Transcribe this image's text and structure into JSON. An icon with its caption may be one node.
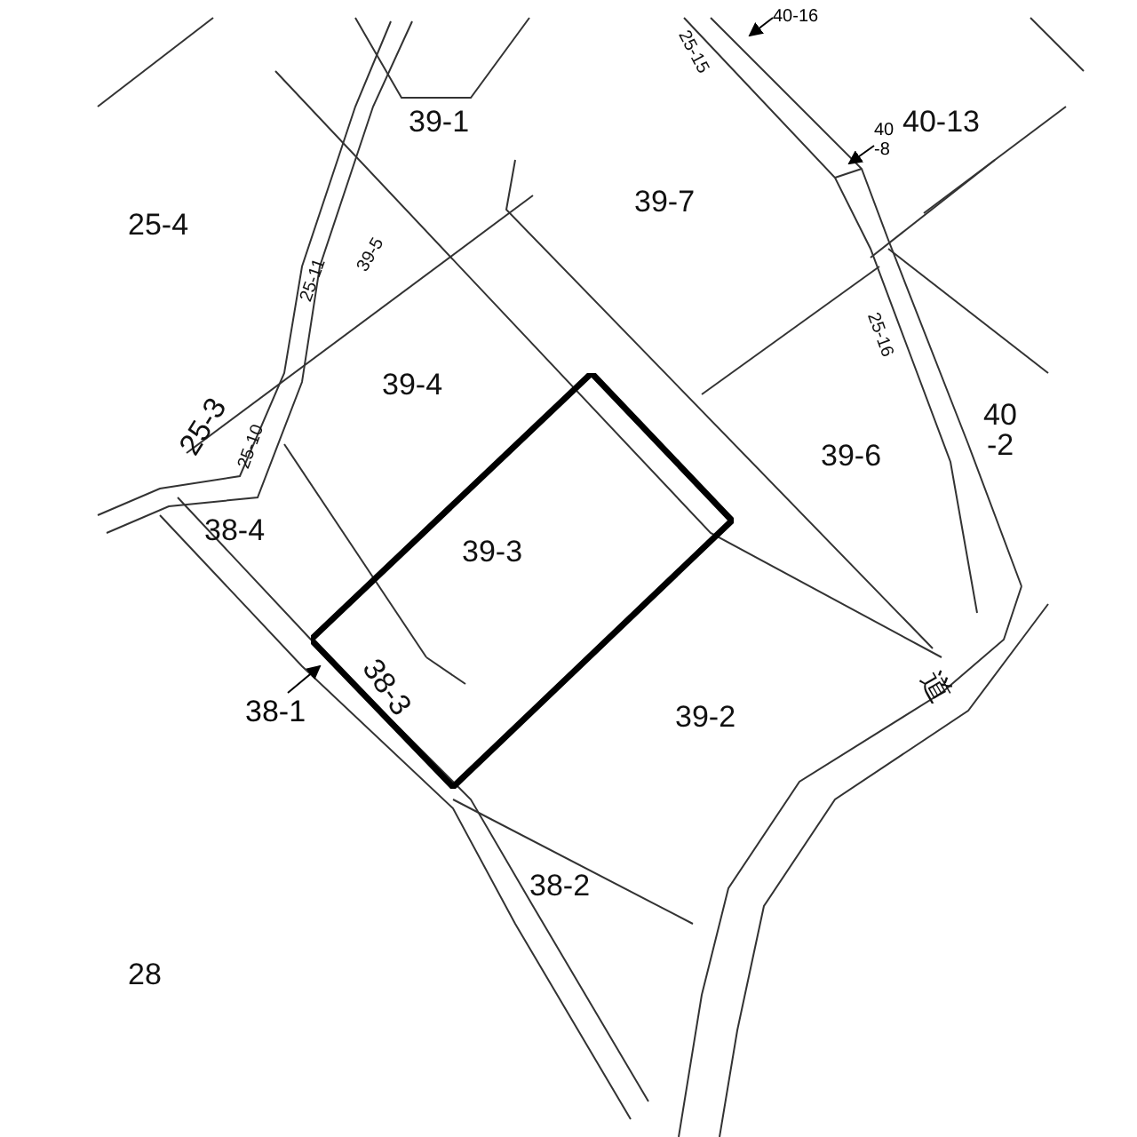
{
  "diagram": {
    "nodes": [
      {
        "text": [
          "39-3",
          "38-3"
        ]
      },
      {
        "text": [
          "38-1"
        ]
      },
      {
        "text": [
          "40 -8"
        ]
      },
      {
        "text": [
          "40-16"
        ]
      }
    ],
    "edges": [
      {
        "from": 1,
        "to": null,
        "arrow": "to"
      },
      {
        "from": 2,
        "to": null,
        "arrow": "to"
      },
      {
        "from": 3,
        "to": null,
        "arrow": "to"
      }
    ],
    "labels": [
      "39-1",
      "40-13",
      "25-4",
      "39-7",
      "25-15",
      "39-5",
      "25-11",
      "39-4",
      "25-3",
      "25-10",
      "25-16",
      "39-6",
      "40 -2",
      "38-4",
      "39-2",
      "道",
      "38-2",
      "28"
    ]
  }
}
